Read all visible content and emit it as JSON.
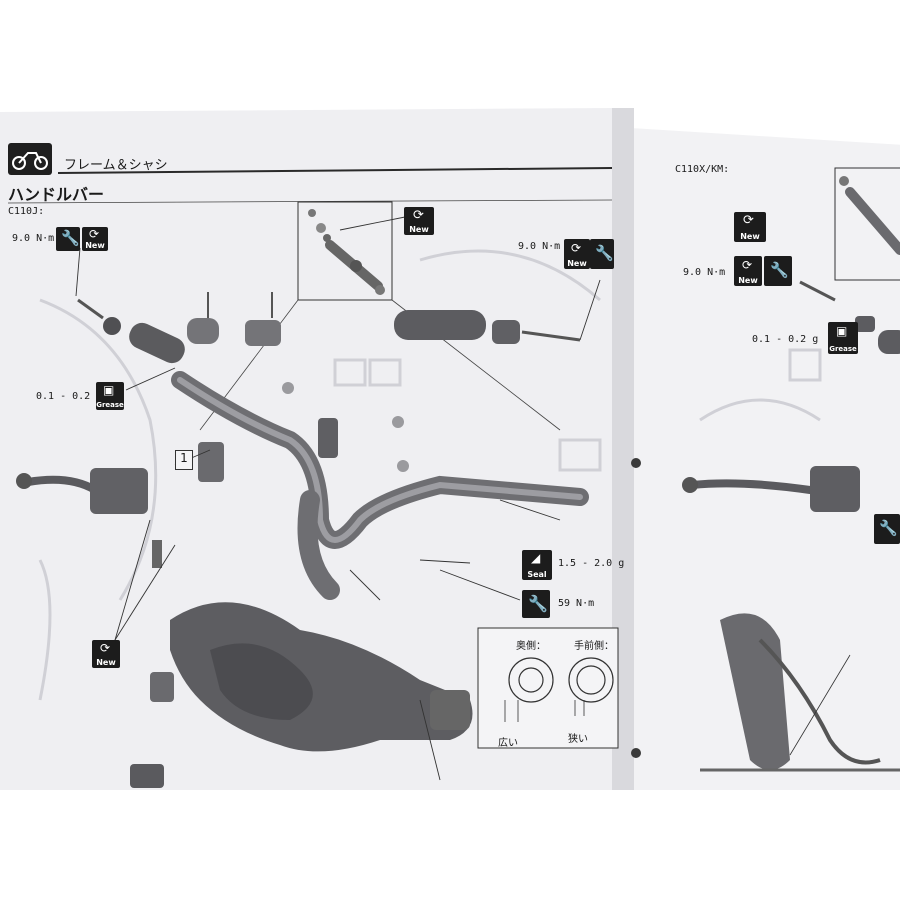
{
  "left_page": {
    "section_header": "フレーム＆シャシ",
    "page_title": "ハンドルバー",
    "model_code": "C110J:",
    "figure_number": "1",
    "specs": {
      "torque_left": "9.0 N·m",
      "torque_right": "9.0 N·m",
      "grease_amount": "0.1 - 0.2 g",
      "seal_amount": "1.5 - 2.0 g",
      "torque_clamp": "59 N·m"
    },
    "icon_labels": {
      "new": "New",
      "grease": "Grease",
      "seal": "Seal"
    },
    "inset": {
      "back_side": "奥側：",
      "front_side": "手前側：",
      "wide": "広い",
      "narrow": "狭い"
    }
  },
  "right_page": {
    "model_code": "C110X/KM:",
    "specs": {
      "torque": "9.0 N·m",
      "grease_amount": "0.1 - 0.2 g"
    },
    "icon_labels": {
      "new": "New",
      "grease": "Grease"
    }
  },
  "colors": {
    "page": "#f1f1f3",
    "ink": "#1a1a1a",
    "ghost": "#cfcfd4",
    "part_grey": "#6e6e72",
    "background": "#ffffff",
    "header_rule": "#2a2a2a"
  }
}
